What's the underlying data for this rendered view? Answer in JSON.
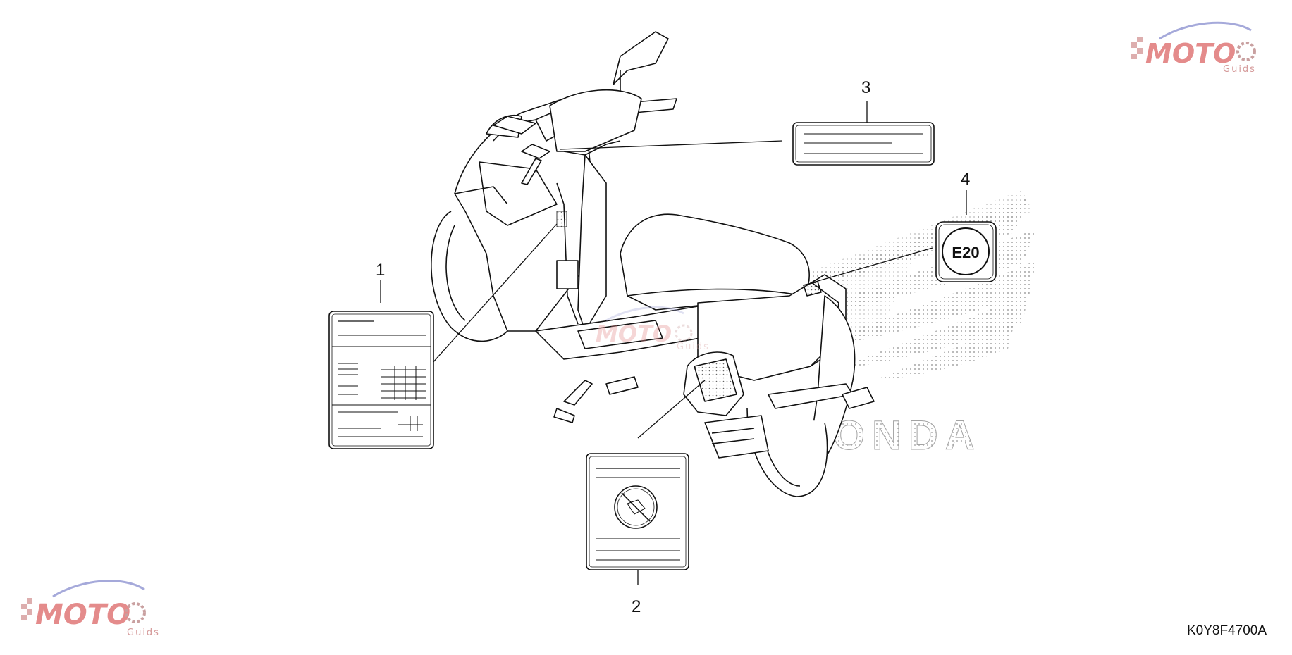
{
  "watermark": {
    "brand": "MOTO",
    "sub": "Guids",
    "accent": "#e07b7b",
    "swoosh": "#9aa0d8"
  },
  "diagram_code": "K0Y8F4700A",
  "callouts": [
    {
      "number": "1",
      "label_icon": "caution-label-icon"
    },
    {
      "number": "2",
      "label_icon": "no-modification-label-icon"
    },
    {
      "number": "3",
      "label_icon": "info-label-icon"
    },
    {
      "number": "4",
      "label_icon": "fuel-e20-label-icon",
      "text": "E20"
    }
  ],
  "background_mark": "HONDA"
}
